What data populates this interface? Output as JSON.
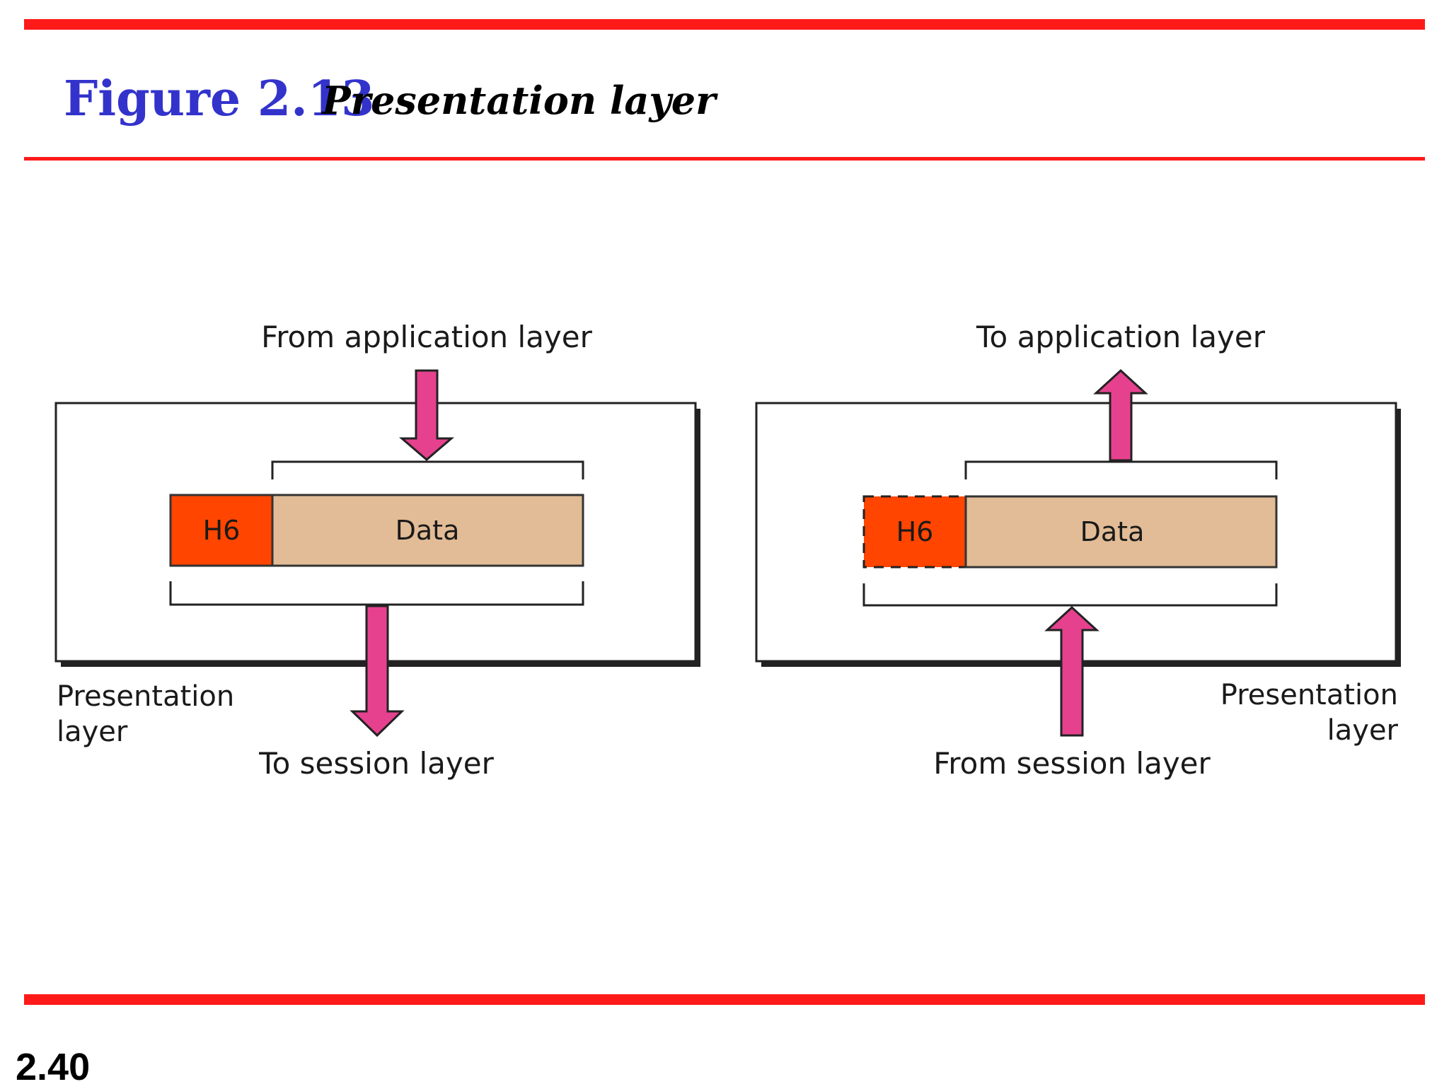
{
  "slide": {
    "figure_number": "Figure 2.13",
    "figure_title": "Presentation layer",
    "page_number": "2.40"
  },
  "sender": {
    "top_label": "From application layer",
    "bottom_label": "To session layer",
    "layer_label_line1": "Presentation",
    "layer_label_line2": "layer",
    "header": "H6",
    "data": "Data"
  },
  "receiver": {
    "top_label": "To application layer",
    "bottom_label": "From session layer",
    "layer_label_line1": "Presentation",
    "layer_label_line2": "layer",
    "header": "H6",
    "data": "Data"
  },
  "colors": {
    "rule": "#ff1a1a",
    "figure_number": "#3333cc",
    "header_fill": "#ff4500",
    "data_fill": "#e2bc96",
    "arrow_fill": "#e6418e"
  }
}
